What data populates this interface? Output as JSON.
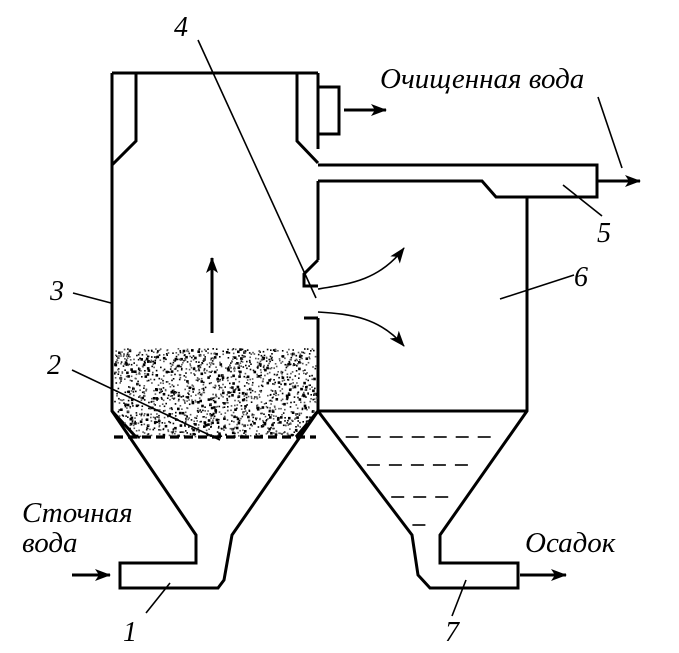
{
  "labels": {
    "n1": "1",
    "n2": "2",
    "n3": "3",
    "n4": "4",
    "n5": "5",
    "n6": "6",
    "n7": "7"
  },
  "captions": {
    "clean_water": "Очищенная вода",
    "waste_water_line1": "Сточная",
    "waste_water_line2": "вода",
    "sediment": "Осадок"
  }
}
